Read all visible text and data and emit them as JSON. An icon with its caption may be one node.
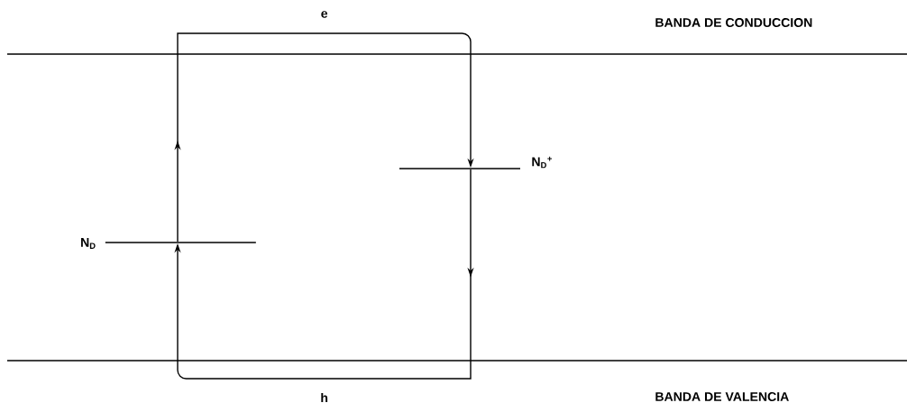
{
  "diagram": {
    "nodes": [
      {
        "text": [],
        "shape": "bar",
        "beside": [
          "BANDA DE CONDUCCION"
        ]
      },
      {
        "text": [],
        "shape": "bar",
        "beside": [
          "BANDA DE VALENCIA"
        ]
      },
      {
        "text": [],
        "shape": "bar",
        "beside": [
          "N$_{D}$"
        ]
      },
      {
        "text": [],
        "shape": "bar",
        "beside": [
          "N$_{D}$$^{+}$"
        ]
      }
    ],
    "edges": [
      {
        "from": 2,
        "to": 3,
        "arrow": "to",
        "label": "e"
      },
      {
        "from": 3,
        "to": 2,
        "arrow": "to",
        "label": "h"
      }
    ]
  }
}
